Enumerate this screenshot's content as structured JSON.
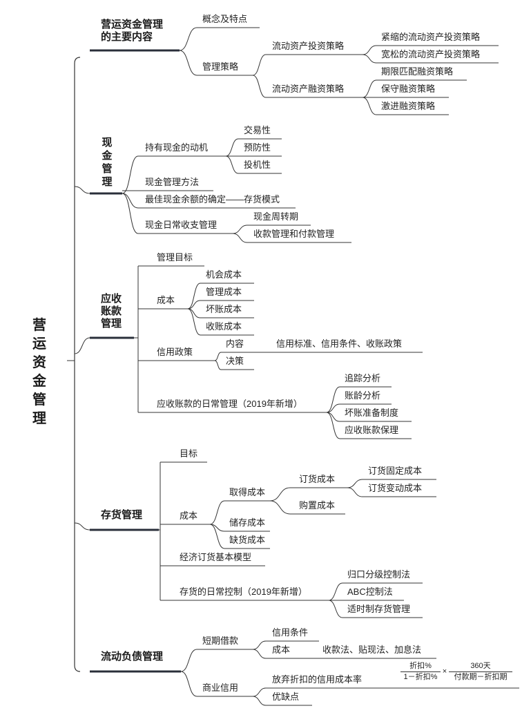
{
  "root": "营运资金管理",
  "colors": {
    "line": "#333333",
    "heavy": "#2a2f3a"
  },
  "b1": {
    "title_l1": "营运资金管理",
    "title_l2": "的主要内容",
    "concept": "概念及特点",
    "strategy": "管理策略",
    "invest": "流动资产投资策略",
    "invest_tight": "紧缩的流动资产投资策略",
    "invest_loose": "宽松的流动资产投资策略",
    "finance": "流动资产融资策略",
    "fin_match": "期限匹配融资策略",
    "fin_cons": "保守融资策略",
    "fin_aggr": "激进融资策略"
  },
  "b2": {
    "title_chars": [
      "现",
      "金",
      "管",
      "理"
    ],
    "motive": "持有现金的动机",
    "m1": "交易性",
    "m2": "预防性",
    "m3": "投机性",
    "method": "现金管理方法",
    "optimal": "最佳现金余额的确定——存货模式",
    "daily": "现金日常收支管理",
    "d1": "现金周转期",
    "d2": "收款管理和付款管理"
  },
  "b3": {
    "title_l1": "应收",
    "title_l2": "账款",
    "title_l3": "管理",
    "goal": "管理目标",
    "cost": "成本",
    "c1": "机会成本",
    "c2": "管理成本",
    "c3": "坏账成本",
    "c4": "收账成本",
    "policy": "信用政策",
    "content": "内容",
    "content_detail": "信用标准、信用条件、收账政策",
    "decision": "决策",
    "daily": "应收账款的日常管理（2019年新增）",
    "d1": "追踪分析",
    "d2": "账龄分析",
    "d3": "坏账准备制度",
    "d4": "应收账款保理"
  },
  "b4": {
    "title": "存货管理",
    "goal": "目标",
    "cost": "成本",
    "acquire": "取得成本",
    "order": "订货成本",
    "order_fixed": "订货固定成本",
    "order_var": "订货变动成本",
    "purchase": "购置成本",
    "storage": "储存成本",
    "shortage": "缺货成本",
    "eoq": "经济订货基本模型",
    "daily": "存货的日常控制（2019年新增）",
    "d1": "归口分级控制法",
    "d2": "ABC控制法",
    "d3": "适时制存货管理"
  },
  "b5": {
    "title": "流动负债管理",
    "short": "短期借款",
    "terms": "信用条件",
    "cost": "成本",
    "cost_detail": "收款法、贴现法、加息法",
    "trade": "商业信用",
    "forgo": "放弃折扣的信用成本率",
    "pros": "优缺点",
    "f1_num": "折扣%",
    "f1_den": "1－折扣%",
    "times": "×",
    "f2_num": "360天",
    "f2_den": "付款期－折扣期"
  }
}
